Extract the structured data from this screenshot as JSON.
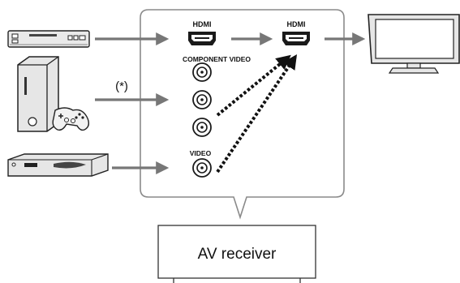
{
  "labels": {
    "hdmi_in": "HDMI",
    "hdmi_out": "HDMI",
    "component_video": "COMPONENT VIDEO",
    "video": "VIDEO",
    "asterisk_note": "(*)",
    "receiver": "AV receiver"
  },
  "icons": {
    "source_top": "dvd-player-icon",
    "source_middle": "game-console-icon",
    "source_bottom": "set-top-box-icon",
    "display": "tv-icon"
  },
  "colors": {
    "panel_border": "#8a8a8a",
    "arrow": "#777777",
    "dotted_arrow": "#111111",
    "device_fill": "#e6e6e6",
    "device_dark": "#222222"
  }
}
